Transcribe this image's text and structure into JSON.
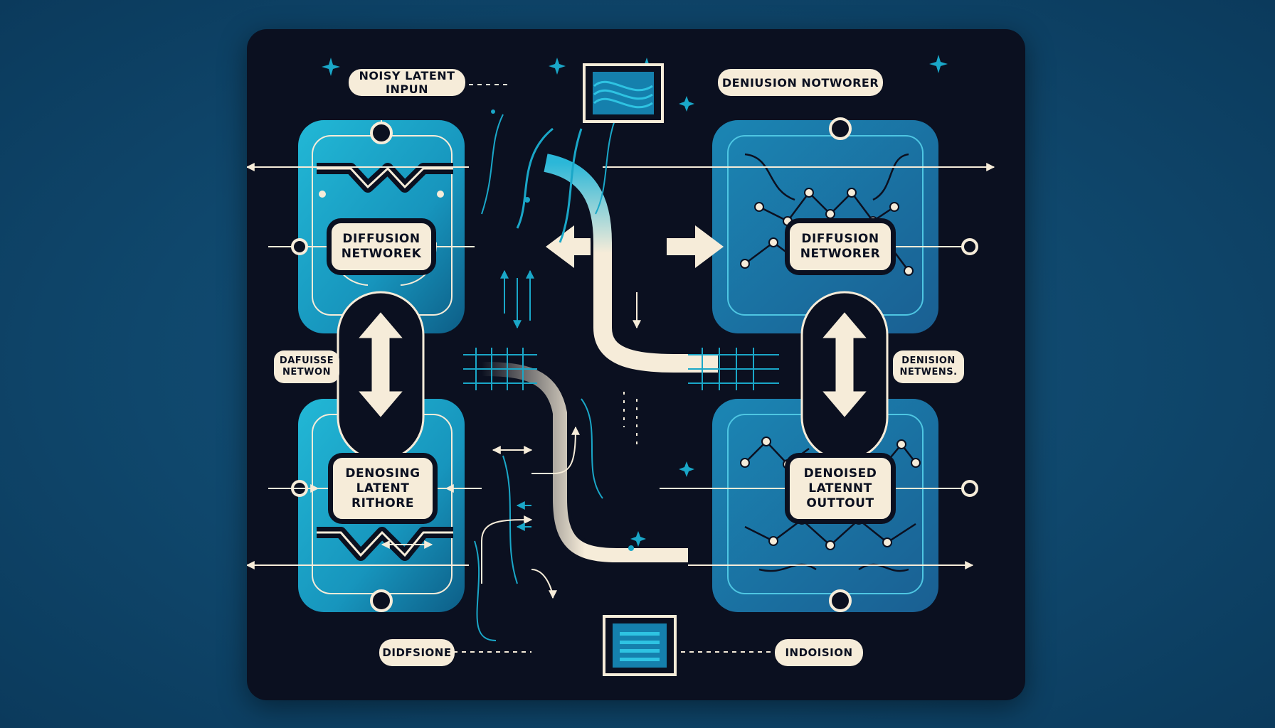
{
  "header": {
    "left_label": "NOISY LATENT INPUN",
    "right_label": "DENIUSION NOTWORER"
  },
  "nodes": {
    "top_left": "DIFFUSION\nNETWOREK",
    "top_right": "DIFFUSION\nNETWORER",
    "bottom_left": "DENOSING\nLATENT\nRITHORE",
    "bottom_right": "DENOISED\nLATENNT\nOUTTOUT"
  },
  "side_labels": {
    "left": "DAFUISSE\nNETWON",
    "right": "DENISION\nNETWENS."
  },
  "footer": {
    "left_label": "DIDFSIONE",
    "right_label": "INDOISION"
  },
  "colors": {
    "panel_cyan": "#1aa7c8",
    "panel_blue": "#1f6f9f",
    "board": "#0b1020",
    "cream": "#f6ecd9",
    "background": "#0f476c"
  },
  "icons": [
    "sparkle-icon",
    "wave-monitor-icon",
    "bars-monitor-icon",
    "double-arrow-icon"
  ]
}
